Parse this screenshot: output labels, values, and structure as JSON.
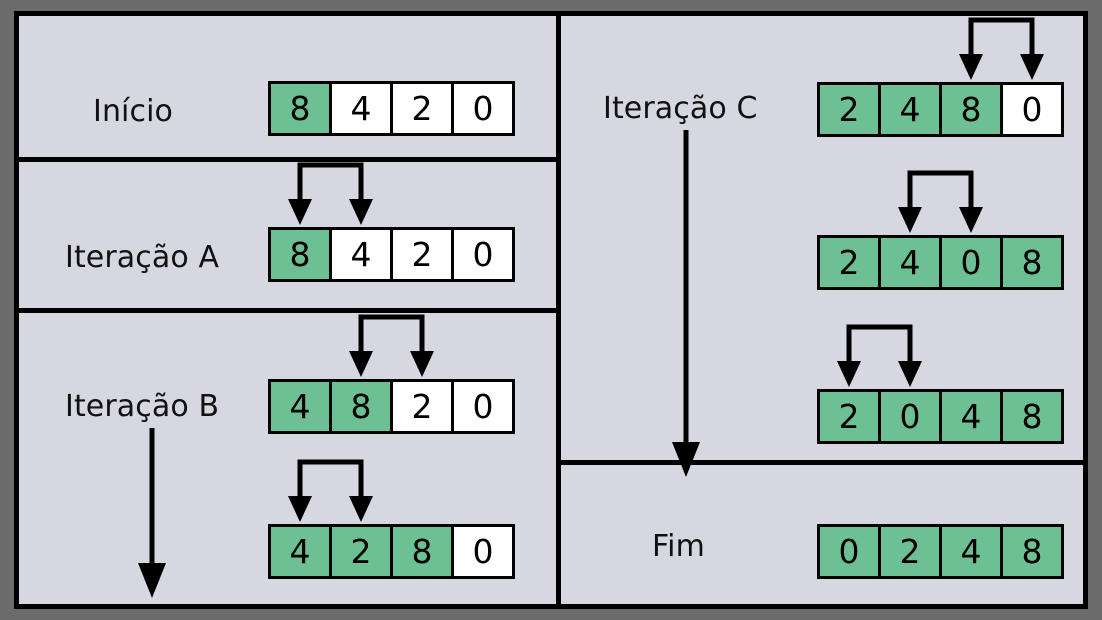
{
  "diagram": {
    "title_semantic": "bubble-sort-steps",
    "colors": {
      "outer_background": "#6b6b6b",
      "panel_background": "#d7d7e2",
      "highlight": "#6cc094",
      "plain_cell": "#ffffff",
      "line": "#000000"
    }
  },
  "sections": {
    "inicio": {
      "label": "Início",
      "rows": [
        {
          "values": [
            "8",
            "4",
            "2",
            "0"
          ],
          "highlight": [
            true,
            false,
            false,
            false
          ],
          "swap": null
        }
      ]
    },
    "iteracao_a": {
      "label": "Iteração A",
      "rows": [
        {
          "values": [
            "8",
            "4",
            "2",
            "0"
          ],
          "highlight": [
            true,
            false,
            false,
            false
          ],
          "swap": [
            0,
            1
          ]
        }
      ]
    },
    "iteracao_b": {
      "label": "Iteração B",
      "rows": [
        {
          "values": [
            "4",
            "8",
            "2",
            "0"
          ],
          "highlight": [
            true,
            true,
            false,
            false
          ],
          "swap": [
            1,
            2
          ]
        },
        {
          "values": [
            "4",
            "2",
            "8",
            "0"
          ],
          "highlight": [
            true,
            true,
            true,
            false
          ],
          "swap": [
            0,
            1
          ]
        }
      ]
    },
    "iteracao_c": {
      "label": "Iteração C",
      "rows": [
        {
          "values": [
            "2",
            "4",
            "8",
            "0"
          ],
          "highlight": [
            true,
            true,
            true,
            false
          ],
          "swap": [
            2,
            3
          ]
        },
        {
          "values": [
            "2",
            "4",
            "0",
            "8"
          ],
          "highlight": [
            true,
            true,
            true,
            true
          ],
          "swap": [
            1,
            2
          ]
        },
        {
          "values": [
            "2",
            "0",
            "4",
            "8"
          ],
          "highlight": [
            true,
            true,
            true,
            true
          ],
          "swap": [
            0,
            1
          ]
        }
      ]
    },
    "fim": {
      "label": "Fim",
      "rows": [
        {
          "values": [
            "0",
            "2",
            "4",
            "8"
          ],
          "highlight": [
            true,
            true,
            true,
            true
          ],
          "swap": null
        }
      ]
    }
  }
}
